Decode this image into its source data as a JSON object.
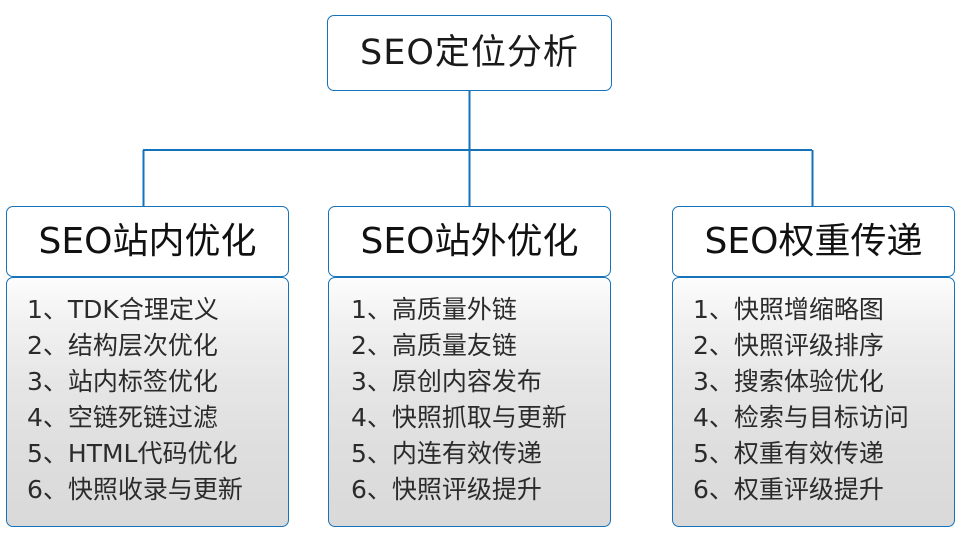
{
  "diagram": {
    "type": "org-chart",
    "root": {
      "label": "SEO定位分析"
    },
    "accent_color": "#1672b9",
    "text_color": "#1a1a1a",
    "body_fill_top": "#fdfdfd",
    "body_fill_bottom": "#d9d9d9",
    "branches": [
      {
        "title": "SEO站内优化",
        "items": [
          {
            "index": "1、",
            "text": "TDK合理定义"
          },
          {
            "index": "2、",
            "text": "结构层次优化"
          },
          {
            "index": "3、",
            "text": "站内标签优化"
          },
          {
            "index": "4、",
            "text": "空链死链过滤"
          },
          {
            "index": "5、",
            "text": "HTML代码优化"
          },
          {
            "index": "6、",
            "text": "快照收录与更新"
          }
        ]
      },
      {
        "title": "SEO站外优化",
        "items": [
          {
            "index": "1、",
            "text": "高质量外链"
          },
          {
            "index": "2、",
            "text": "高质量友链"
          },
          {
            "index": "3、",
            "text": "原创内容发布"
          },
          {
            "index": "4、",
            "text": "快照抓取与更新"
          },
          {
            "index": "5、",
            "text": "内连有效传递"
          },
          {
            "index": "6、",
            "text": "快照评级提升"
          }
        ]
      },
      {
        "title": "SEO权重传递",
        "items": [
          {
            "index": "1、",
            "text": "快照增缩略图"
          },
          {
            "index": "2、",
            "text": "快照评级排序"
          },
          {
            "index": "3、",
            "text": "搜索体验优化"
          },
          {
            "index": "4、",
            "text": "检索与目标访问"
          },
          {
            "index": "5、",
            "text": "权重有效传递"
          },
          {
            "index": "6、",
            "text": "权重评级提升"
          }
        ]
      }
    ]
  }
}
